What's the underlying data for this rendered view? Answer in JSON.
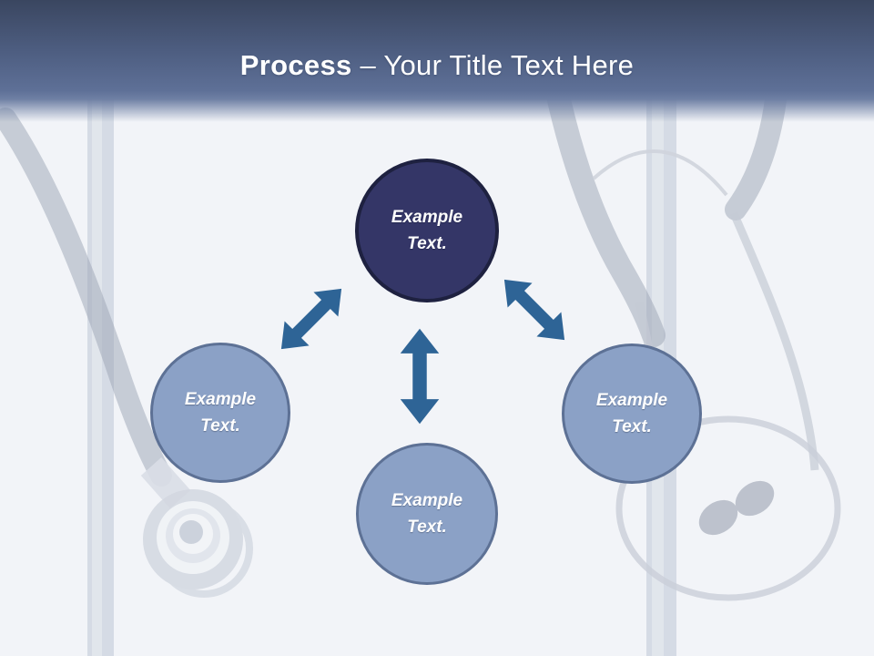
{
  "header": {
    "title_bold": "Process",
    "title_rest": "– Your Title Text Here"
  },
  "diagram": {
    "nodes": {
      "top": {
        "line1": "Example",
        "line2": "Text.",
        "role": "primary"
      },
      "left": {
        "line1": "Example",
        "line2": "Text.",
        "role": "secondary"
      },
      "bottom": {
        "line1": "Example",
        "line2": "Text.",
        "role": "secondary"
      },
      "right": {
        "line1": "Example",
        "line2": "Text.",
        "role": "secondary"
      }
    },
    "connectors": [
      {
        "id": "arrow-top-left",
        "type": "double-headed-arrow",
        "from": "top",
        "to": "left"
      },
      {
        "id": "arrow-top-bottom",
        "type": "double-headed-arrow",
        "from": "top",
        "to": "bottom"
      },
      {
        "id": "arrow-top-right",
        "type": "double-headed-arrow",
        "from": "top",
        "to": "right"
      }
    ]
  },
  "background": {
    "watermark": "faint stethoscope photo"
  },
  "colors": {
    "header_top": "#3a4660",
    "header_mid": "#4d5d80",
    "header_low": "#5e7097",
    "header_bottom": "#6f80a4",
    "page_background": "#f2f4f8",
    "title_text": "#ffffff",
    "node_primary_fill": "#343667",
    "node_primary_border": "#1e2140",
    "node_secondary_fill": "#8ba1c6",
    "node_secondary_border": "#5d7195",
    "node_text": "#ffffff",
    "arrow": "#2e6496"
  }
}
